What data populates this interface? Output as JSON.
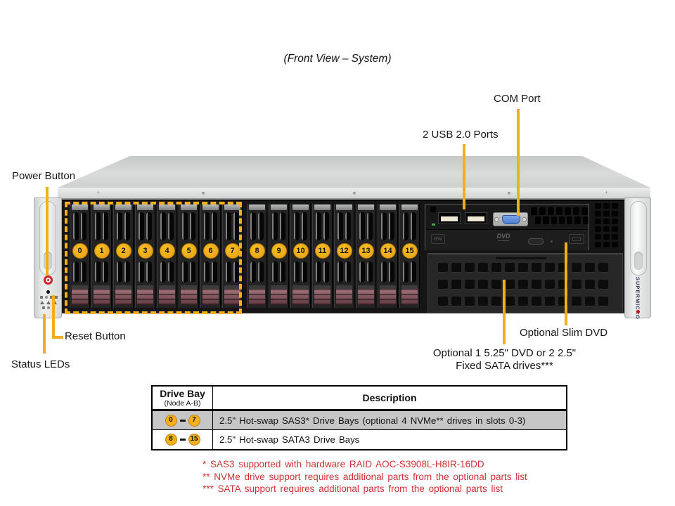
{
  "title": "(Front View – System)",
  "callouts": {
    "com_port": "COM Port",
    "usb_ports": "2 USB 2.0 Ports",
    "power_button": "Power Button",
    "reset_button": "Reset Button",
    "status_leds": "Status LEDs",
    "slim_dvd": "Optional Slim DVD",
    "optional_bay_line1": "Optional 1 5.25\" DVD or 2 2.5\"",
    "optional_bay_line2": "Fixed SATA drives***"
  },
  "chassis": {
    "brand": "SUPERMICRO",
    "drive_numbers": [
      "0",
      "1",
      "2",
      "3",
      "4",
      "5",
      "6",
      "7",
      "8",
      "9",
      "10",
      "11",
      "12",
      "13",
      "14",
      "15"
    ],
    "dvd_logo": "DVD",
    "rw_badge": "RW"
  },
  "table": {
    "headers": {
      "col1_line1": "Drive Bay",
      "col1_line2": "(Node A-B)",
      "col2": "Description"
    },
    "rows": [
      {
        "from": "0",
        "to": "7",
        "description": "2.5\" Hot-swap SAS3* Drive Bays (optional 4 NVMe** drives in slots 0-3)"
      },
      {
        "from": "8",
        "to": "15",
        "description": "2.5\" Hot-swap SATA3 Drive Bays"
      }
    ]
  },
  "footnotes": [
    "* SAS3 supported with hardware RAID AOC-S3908L-H8IR-16DD",
    "** NVMe drive support requires additional parts from the optional parts list",
    "*** SATA support requires additional parts from the optional parts list"
  ],
  "colors": {
    "callout": "#F2AF1C",
    "badge": "#F5B11C",
    "footnote_red": "#CF3333",
    "com_blue": "#4F7FD0",
    "power_red": "#C92228",
    "row_gray": "#C6C6C6"
  }
}
